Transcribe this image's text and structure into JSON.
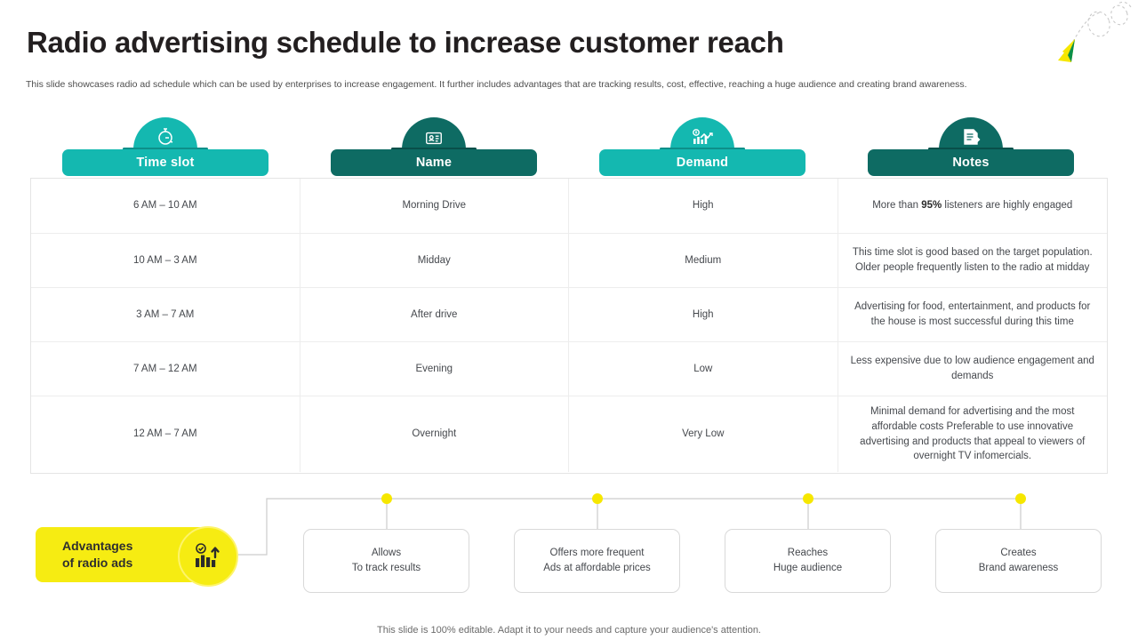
{
  "header": {
    "title": "Radio advertising schedule to increase customer reach",
    "subtitle": "This slide showcases radio ad schedule which can be used by enterprises to increase engagement. It further includes advantages that are tracking results, cost, effective, reaching a huge audience and creating brand awareness."
  },
  "colors": {
    "teal": "#14b8b0",
    "dark_teal": "#0e6b63",
    "yellow": "#f6ec12",
    "text": "#45484d",
    "title": "#231f20"
  },
  "table": {
    "columns": [
      {
        "label": "Time slot",
        "icon": "stopwatch-icon",
        "style": "teal"
      },
      {
        "label": "Name",
        "icon": "id-card-icon",
        "style": "dark-teal"
      },
      {
        "label": "Demand",
        "icon": "growth-chart-icon",
        "style": "teal"
      },
      {
        "label": "Notes",
        "icon": "document-edit-icon",
        "style": "dark-teal"
      }
    ],
    "rows": [
      {
        "time_slot": "6 AM – 10 AM",
        "name": "Morning Drive",
        "demand": "High",
        "notes_prefix": "More than ",
        "notes_bold": "95%",
        "notes_suffix": " listeners are highly engaged"
      },
      {
        "time_slot": "10 AM – 3 AM",
        "name": "Midday",
        "demand": "Medium",
        "notes": "This time slot is good based on the target population. Older people frequently listen to the radio at midday"
      },
      {
        "time_slot": "3 AM – 7 AM",
        "name": "After drive",
        "demand": "High",
        "notes": "Advertising for food, entertainment, and products for the house is most successful during this time"
      },
      {
        "time_slot": "7 AM – 12 AM",
        "name": "Evening",
        "demand": "Low",
        "notes": "Less expensive due to low audience engagement and demands"
      },
      {
        "time_slot": "12 AM – 7 AM",
        "name": "Overnight",
        "demand": "Very Low",
        "notes": "Minimal demand for advertising and the most affordable costs Preferable to use innovative advertising and products that appeal to viewers of overnight TV infomercials."
      }
    ]
  },
  "advantages": {
    "badge_label": "Advantages\nof radio ads",
    "badge_icon": "bar-chart-growth-icon",
    "cards": [
      {
        "line1": "Allows",
        "line2": "To track results"
      },
      {
        "line1": "Offers more frequent",
        "line2": "Ads at affordable  prices"
      },
      {
        "line1": "Reaches",
        "line2": "Huge audience"
      },
      {
        "line1": "Creates",
        "line2": "Brand awareness"
      }
    ]
  },
  "footer": {
    "note": "This slide is 100% editable. Adapt it to your needs and capture your audience's attention."
  }
}
